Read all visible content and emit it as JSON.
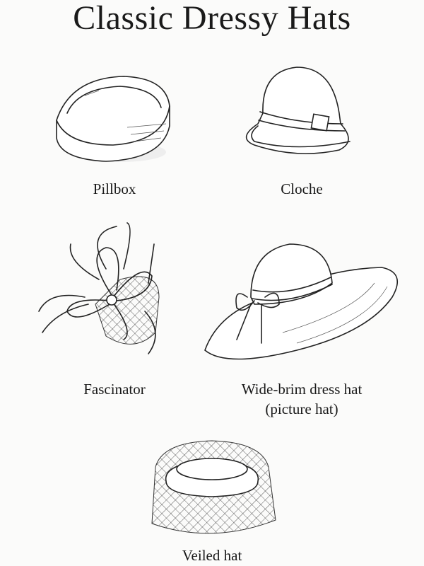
{
  "title": "Classic Dressy Hats",
  "hats": [
    {
      "name": "Pillbox"
    },
    {
      "name": "Cloche"
    },
    {
      "name": "Fascinator"
    },
    {
      "name": "Wide-brim dress hat",
      "subtitle": "(picture hat)"
    },
    {
      "name": "Veiled hat"
    }
  ]
}
